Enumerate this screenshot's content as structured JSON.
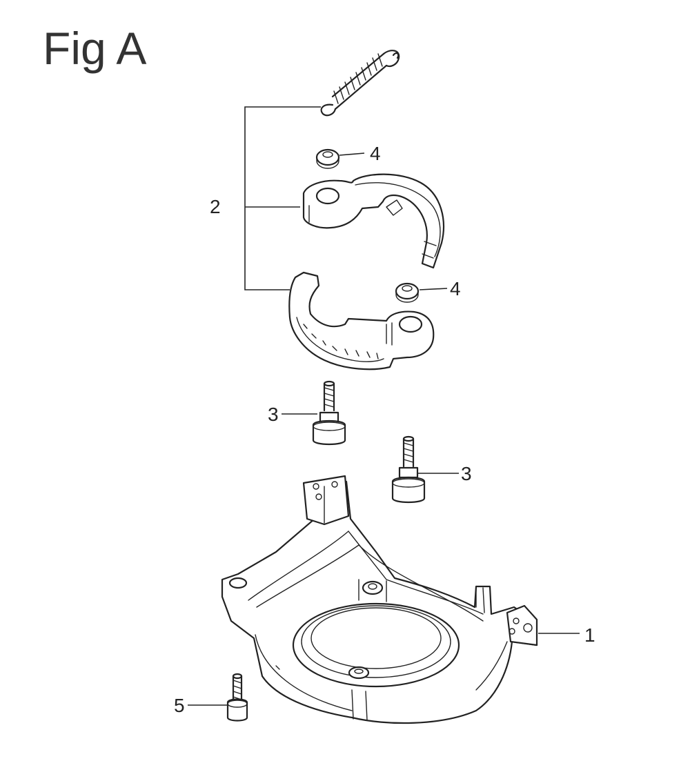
{
  "title": "Fig A",
  "callouts": {
    "c1": "1",
    "c2": "2",
    "c3a": "3",
    "c3b": "3",
    "c4a": "4",
    "c4b": "4",
    "c5": "5"
  }
}
